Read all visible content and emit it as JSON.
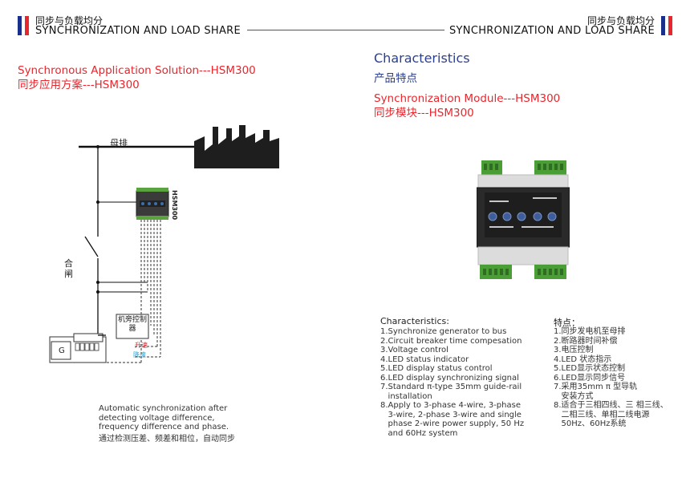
{
  "header": {
    "left_cn": "同步与负载均分",
    "left_en": "SYNCHRONIZATION AND LOAD SHARE",
    "right_cn": "同步与负载均分",
    "right_en": "SYNCHRONIZATION AND LOAD SHARE",
    "flag_colors": [
      "#1a2f8a",
      "#ffffff",
      "#e8262d"
    ]
  },
  "left": {
    "title_en": "Synchronous Application Solution---HSM300",
    "title_cn": "同步应用方案---HSM300",
    "diagram": {
      "busbar": "母排",
      "module": "HSM300",
      "breaker": "合闸",
      "controller": "机旁控制器",
      "raise": "升速",
      "lower": "降速",
      "generator": "G"
    },
    "caption_en": "Automatic synchronization after detecting voltage difference, frequency difference and phase.",
    "caption_cn": "通过检测压差、频差和相位，自动同步"
  },
  "right": {
    "heading_en": "Characteristics",
    "heading_cn": "产品特点",
    "module_en": "Synchronization Module---HSM300",
    "module_cn": "同步模块---HSM300",
    "list_title_en": "Characteristics:",
    "list_title_cn": "特点：",
    "items_en": [
      "1.Synchronize generator to bus",
      "2.Circuit breaker time compesation",
      "3.Voltage control",
      "4.LED status indicator",
      "5.LED display status control",
      "6.LED display synchronizing signal",
      "7.Standard π-type 35mm guide-rail",
      "   installation",
      "8.Apply to 3-phase 4-wire, 3-phase",
      "   3-wire, 2-phase 3-wire and single",
      "   phase 2-wire power supply, 50 Hz",
      "   and 60Hz system"
    ],
    "items_cn": [
      "1.同步发电机至母排",
      "2.断路器时间补偿",
      "3.电压控制",
      "4.LED 状态指示",
      "5.LED显示状态控制",
      "6.LED显示同步信号",
      "7.采用35mm π 型导轨",
      "   安装方式",
      "8.适合于三相四线、三 相三线、",
      "   二相三线、单相二线电源",
      "   50Hz、60Hz系统"
    ]
  }
}
